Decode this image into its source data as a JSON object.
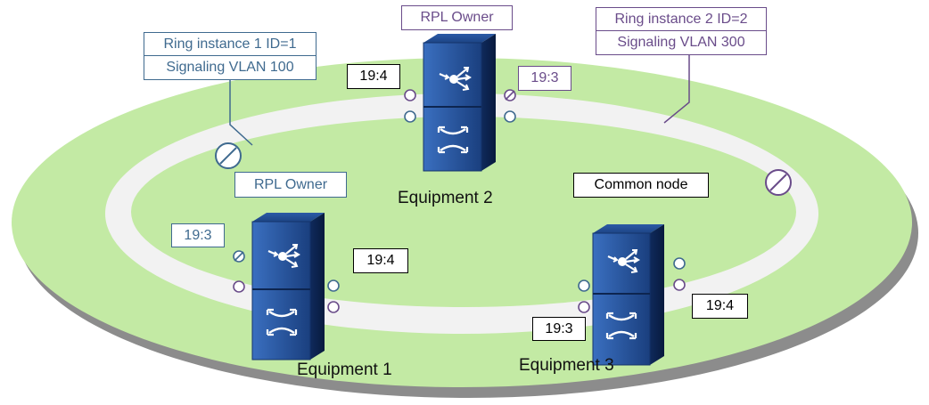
{
  "ring_instance_1": {
    "id_text": "Ring instance 1 ID=1",
    "vlan_text": "Signaling VLAN 100",
    "rpl_owner_text": "RPL Owner"
  },
  "ring_instance_2": {
    "id_text": "Ring instance 2 ID=2",
    "vlan_text": "Signaling VLAN 300",
    "rpl_owner_text": "RPL Owner"
  },
  "common_node_text": "Common node",
  "equipment": [
    {
      "name": "Equipment 1",
      "ports": [
        "19:3",
        "19:4"
      ]
    },
    {
      "name": "Equipment 2",
      "ports": [
        "19:4",
        "19:3"
      ]
    },
    {
      "name": "Equipment 3",
      "ports": [
        "19:3",
        "19:4"
      ]
    }
  ],
  "colors": {
    "ring_green": "#c3eaa4",
    "ring_white": "#f2f2f2",
    "ring_shadow": "#8c8c8c",
    "switch_blue": "#1c4a8e",
    "instance_1_blue": "#3f6a8f",
    "instance_2_purple": "#6a4c8a"
  }
}
